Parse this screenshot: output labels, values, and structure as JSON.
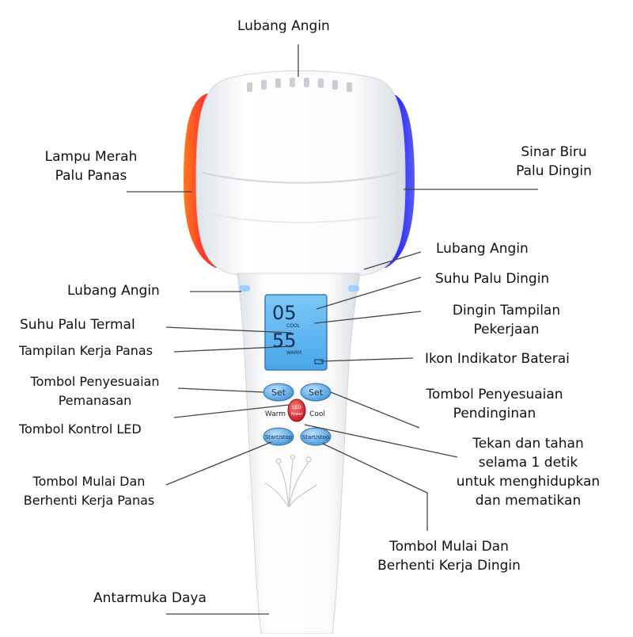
{
  "labels": {
    "top_vent": "Lubang Angin",
    "red_light_l1": "Lampu Merah",
    "red_light_l2": "Palu Panas",
    "blue_light_l1": "Sinar Biru",
    "blue_light_l2": "Palu Dingin",
    "right_vent": "Lubang Angin",
    "cool_temp": "Suhu Palu Dingin",
    "cool_display_l1": "Dingin Tampilan",
    "cool_display_l2": "Pekerjaan",
    "left_vent": "Lubang Angin",
    "warm_temp": "Suhu Palu Termal",
    "warm_display": "Tampilan Kerja Panas",
    "battery_icon": "Ikon Indikator Baterai",
    "warm_adjust_l1": "Tombol Penyesuaian",
    "warm_adjust_l2": "Pemanasan",
    "cool_adjust_l1": "Tombol Penyesuaian",
    "cool_adjust_l2": "Pendinginan",
    "led_button": "Tombol Kontrol LED",
    "hold_l1": "Tekan dan tahan",
    "hold_l2": "selama 1 detik",
    "hold_l3": "untuk menghidupkan",
    "hold_l4": "dan mematikan",
    "warm_start_l1": "Tombol Mulai Dan",
    "warm_start_l2": "Berhenti Kerja Panas",
    "cool_start_l1": "Tombol Mulai Dan",
    "cool_start_l2": "Berhenti Kerja Dingin",
    "power_port": "Antarmuka Daya"
  },
  "device": {
    "lcd_cool_value": "05",
    "lcd_cool_tag": "COOL",
    "lcd_warm_value": "55",
    "lcd_warm_tag": "WARM",
    "btn_set_warm": "Set",
    "btn_set_cool": "Set",
    "btn_led_l1": "LED",
    "btn_led_l2": "Power",
    "label_warm": "Warm",
    "label_cool": "Cool",
    "btn_start_warm": "Start/stop",
    "btn_start_cool": "Start/stop"
  },
  "colors": {
    "red_light": "#ff5a1f",
    "blue_light": "#3b3cff",
    "lcd": "#5fb6f2",
    "button_blue": "#5aa9e6",
    "button_red": "#d6262b",
    "line": "#444444"
  }
}
